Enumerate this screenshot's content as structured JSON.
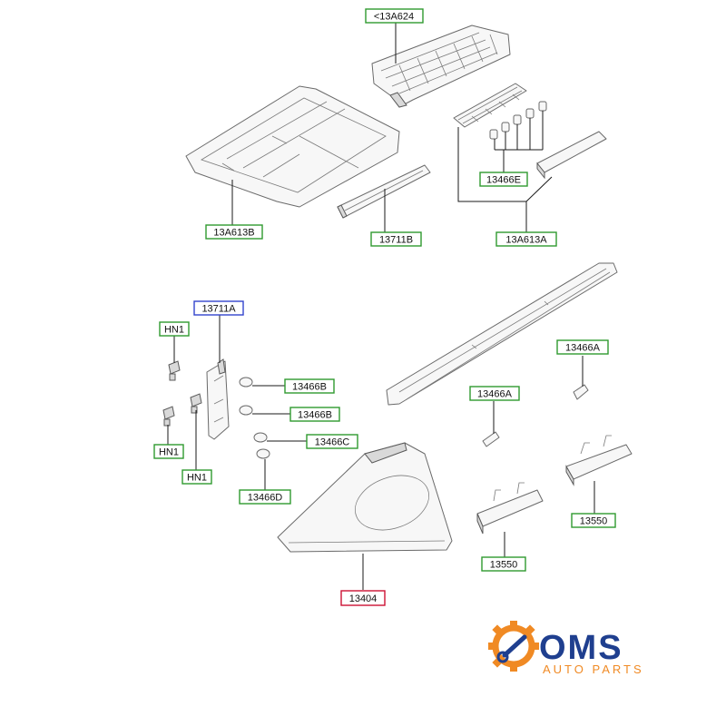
{
  "labels": {
    "l13A624": "<13A624",
    "l13A613B": "13A613B",
    "l13711B": "13711B",
    "l13466E": "13466E",
    "l13A613A": "13A613A",
    "l13711A": "13711A",
    "lHN1a": "HN1",
    "lHN1b": "HN1",
    "lHN1c": "HN1",
    "l13466Ba": "13466B",
    "l13466Bb": "13466B",
    "l13466C": "13466C",
    "l13466D": "13466D",
    "l13466Aa": "13466A",
    "l13466Ab": "13466A",
    "l13550a": "13550",
    "l13550b": "13550",
    "l13404": "13404"
  },
  "logo": {
    "word": "OMS",
    "sub": "AUTO PARTS"
  },
  "colors": {
    "label_green": "#2f9a2f",
    "label_blue": "#3344cc",
    "label_red": "#cc1133",
    "logo_orange": "#f08a24",
    "logo_blue": "#1f3f8f"
  }
}
